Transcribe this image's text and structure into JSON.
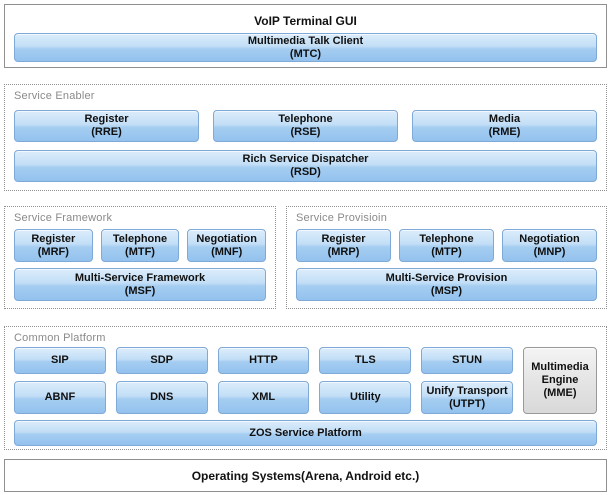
{
  "palette": {
    "block_blue_top": "#dcedfb",
    "block_blue_bottom": "#93c2ee",
    "block_blue_border": "#7fa9d6",
    "block_gray_top": "#f4f4f4",
    "block_gray_bottom": "#d9d9d9",
    "panel_border": "#8f8f8f",
    "group_label_color": "#8a8a8a"
  },
  "top": {
    "title": "VoIP Terminal GUI",
    "client": {
      "name": "Multimedia Talk Client",
      "abbr": "(MTC)"
    }
  },
  "enabler": {
    "label": "Service Enabler",
    "boxes": [
      {
        "name": "Register",
        "abbr": "(RRE)"
      },
      {
        "name": "Telephone",
        "abbr": "(RSE)"
      },
      {
        "name": "Media",
        "abbr": "(RME)"
      }
    ],
    "dispatcher": {
      "name": "Rich Service Dispatcher",
      "abbr": "(RSD)"
    }
  },
  "framework": {
    "label": "Service Framework",
    "boxes": [
      {
        "name": "Register",
        "abbr": "(MRF)"
      },
      {
        "name": "Telephone",
        "abbr": "(MTF)"
      },
      {
        "name": "Negotiation",
        "abbr": "(MNF)"
      }
    ],
    "main": {
      "name": "Multi-Service Framework",
      "abbr": "(MSF)"
    }
  },
  "provision": {
    "label": "Service Provisioin",
    "boxes": [
      {
        "name": "Register",
        "abbr": "(MRP)"
      },
      {
        "name": "Telephone",
        "abbr": "(MTP)"
      },
      {
        "name": "Negotiation",
        "abbr": "(MNP)"
      }
    ],
    "main": {
      "name": "Multi-Service Provision",
      "abbr": "(MSP)"
    }
  },
  "common": {
    "label": "Common Platform",
    "row1": [
      "SIP",
      "SDP",
      "HTTP",
      "TLS",
      "STUN"
    ],
    "row2": [
      "ABNF",
      "DNS",
      "XML",
      "Utility"
    ],
    "utpt": {
      "name": "Unify Transport",
      "abbr": "(UTPT)"
    },
    "mme": {
      "name": "Multimedia Engine",
      "abbr": "(MME)"
    },
    "zos": "ZOS Service Platform"
  },
  "os": {
    "label": "Operating Systems(Arena, Android etc.)"
  }
}
